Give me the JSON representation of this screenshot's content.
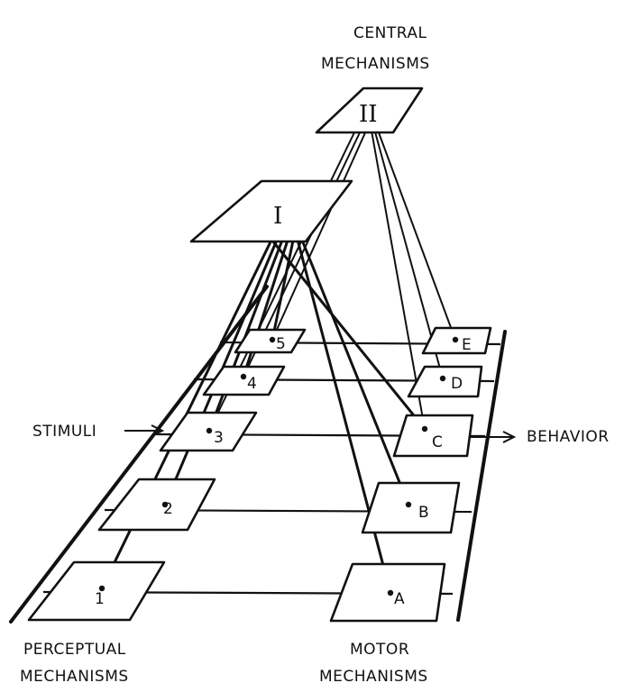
{
  "diagram": {
    "type": "hierarchical-mechanism-model",
    "labels": {
      "central_line1": "CENTRAL",
      "central_line2": "MECHANISMS",
      "perceptual_line1": "PERCEPTUAL",
      "perceptual_line2": "MECHANISMS",
      "motor_line1": "MOTOR",
      "motor_line2": "MECHANISMS",
      "stimuli": "STIMULI",
      "behavior": "BEHAVIOR"
    },
    "central_mechanisms": [
      {
        "id": "I",
        "label": "I"
      },
      {
        "id": "II",
        "label": "II"
      }
    ],
    "perceptual_mechanisms": [
      {
        "id": "1",
        "label": "1"
      },
      {
        "id": "2",
        "label": "2"
      },
      {
        "id": "3",
        "label": "3"
      },
      {
        "id": "4",
        "label": "4"
      },
      {
        "id": "5",
        "label": "5"
      }
    ],
    "motor_mechanisms": [
      {
        "id": "A",
        "label": "A"
      },
      {
        "id": "B",
        "label": "B"
      },
      {
        "id": "C",
        "label": "C"
      },
      {
        "id": "D",
        "label": "D"
      },
      {
        "id": "E",
        "label": "E"
      }
    ],
    "connections": [
      {
        "from": "I",
        "to": "1"
      },
      {
        "from": "I",
        "to": "2"
      },
      {
        "from": "I",
        "to": "3"
      },
      {
        "from": "I",
        "to": "4"
      },
      {
        "from": "I",
        "to": "5"
      },
      {
        "from": "I",
        "to": "A"
      },
      {
        "from": "I",
        "to": "B"
      },
      {
        "from": "I",
        "to": "C"
      },
      {
        "from": "II",
        "to": "3"
      },
      {
        "from": "II",
        "to": "4"
      },
      {
        "from": "II",
        "to": "5"
      },
      {
        "from": "II",
        "to": "C"
      },
      {
        "from": "II",
        "to": "D"
      },
      {
        "from": "II",
        "to": "E"
      }
    ],
    "colors": {
      "ink": "#111111",
      "paper": "#ffffff"
    }
  }
}
